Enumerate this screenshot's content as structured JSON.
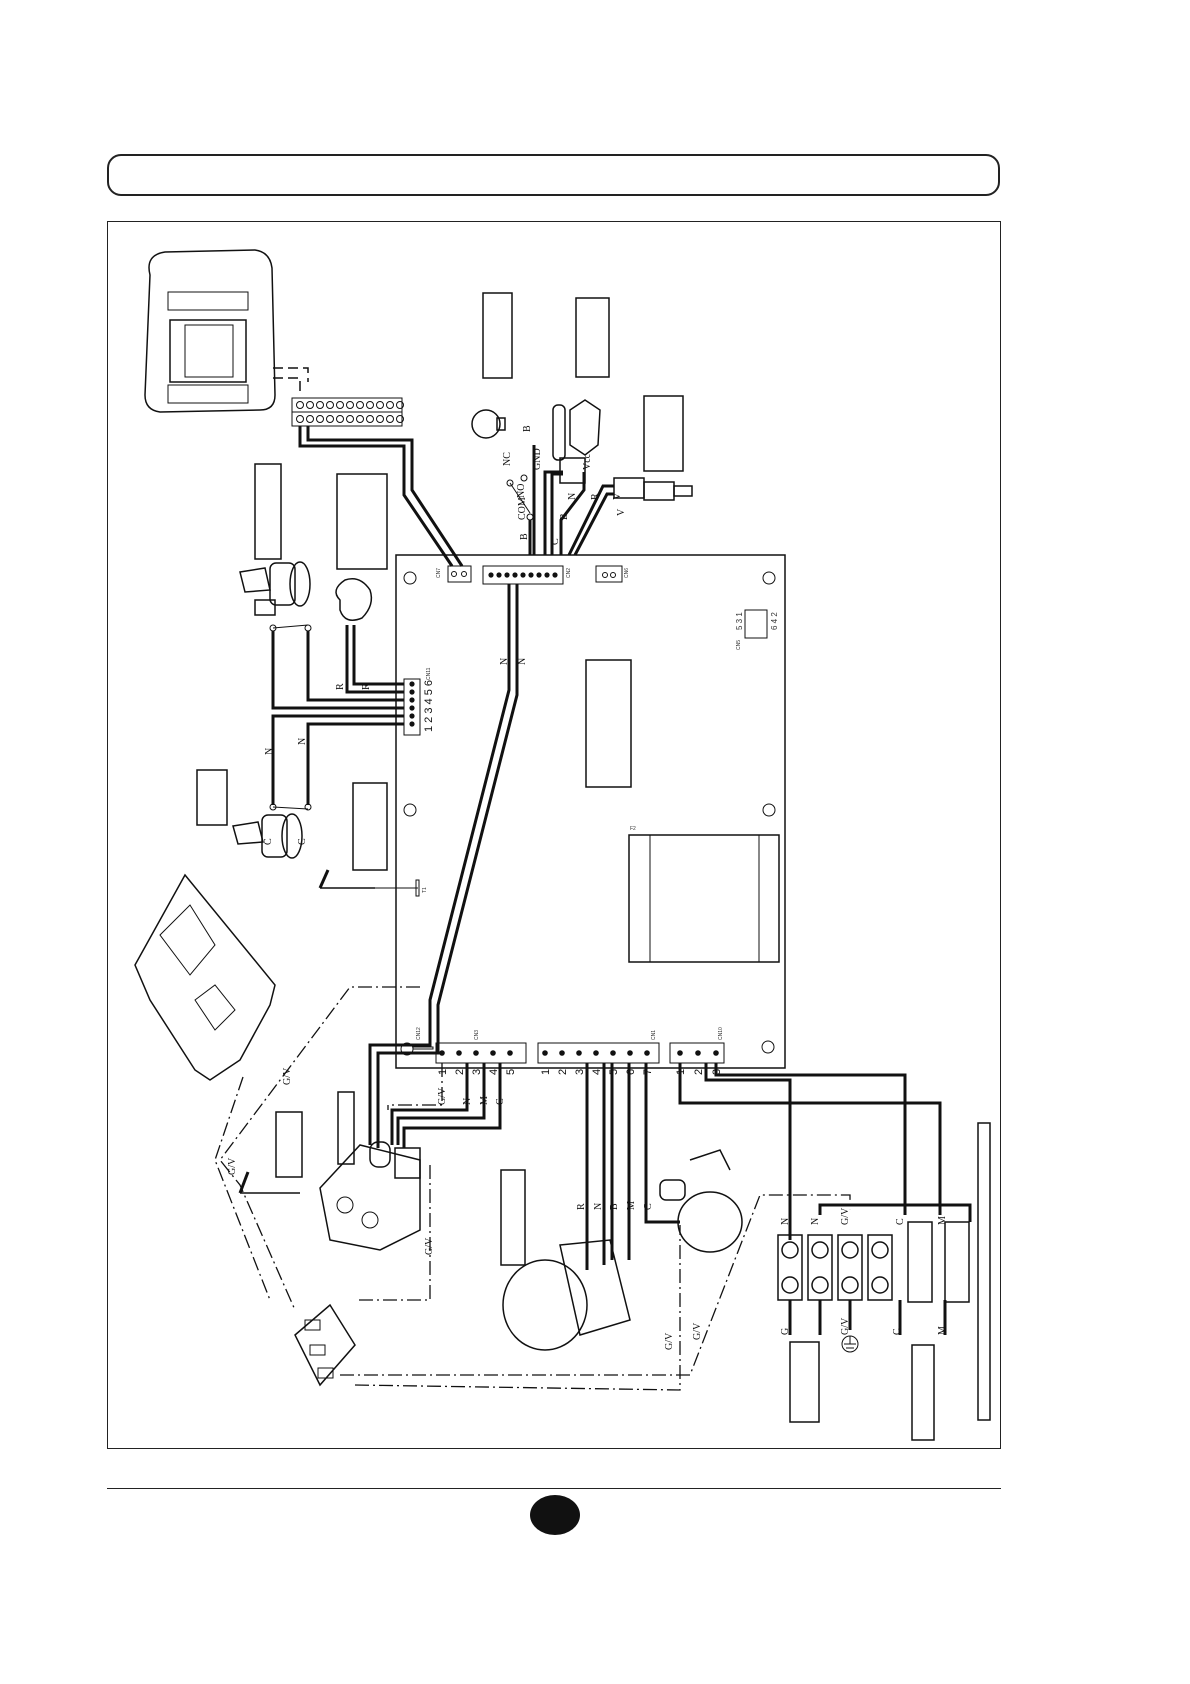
{
  "page": {
    "title": "",
    "page_number": ""
  },
  "diagram": {
    "board": {
      "connectors": {
        "cn7": "CN7",
        "cn2": "CN2",
        "cn6": "CN6",
        "cn5": "CN5",
        "cn5_pins_top": "5 3 1",
        "cn5_pins_bottom": "6 4 2",
        "cn11": "CN11",
        "cn11_pins": "1 2 3 4 5 6",
        "cn12": "CN12",
        "cn3": "CN3",
        "cn3_pins": [
          "1",
          "2",
          "3",
          "4",
          "5"
        ],
        "cn1": "CN1",
        "cn1_pins": [
          "1",
          "2",
          "3",
          "4",
          "5",
          "6",
          "7"
        ],
        "cn10": "CN10",
        "cn10_pins": [
          "1",
          "2",
          "3"
        ],
        "t1": "T1",
        "f2": "F2"
      }
    },
    "wire_labels": {
      "pressure_switch": {
        "b_top": "B",
        "no": "NO",
        "nc": "NC",
        "com": "COM",
        "b_bottom": "B"
      },
      "flow_sensor": {
        "gnd": "GND",
        "vcc": "Vcc",
        "c": "C",
        "b": "B",
        "n": "N",
        "r": "R"
      },
      "ntc": {
        "v1": "V",
        "v2": "V"
      },
      "cn11_wires": {
        "r1": "R",
        "r2": "R",
        "n1": "N",
        "n2": "N",
        "c1": "C",
        "c2": "C"
      },
      "cn2_down": {
        "n1": "N",
        "n2": "N"
      },
      "cn3_wires": [
        "G/V",
        "N",
        "M",
        "C"
      ],
      "cn1_wires": [
        "R",
        "N",
        "B",
        "M",
        "C"
      ],
      "ground": [
        "G/V",
        "G/V",
        "G/V",
        "G/V",
        "G/V",
        "G/V"
      ],
      "terminal_top": [
        "N",
        "N",
        "G/V",
        "C",
        "M"
      ],
      "terminal_bottom": [
        "G",
        "G/V",
        "C",
        "M"
      ]
    }
  }
}
